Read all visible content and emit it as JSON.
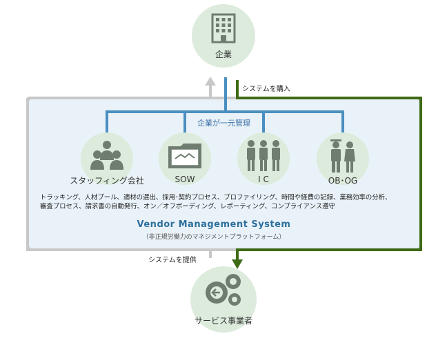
{
  "nodes": {
    "company": {
      "label": "企業",
      "icon": "building-icon"
    },
    "provider": {
      "label": "サービス事業者",
      "icon": "gears-icon"
    }
  },
  "arrows": {
    "purchase": "システムを購入",
    "provide": "システムを提供"
  },
  "vms": {
    "management_label": "企業が一元管理",
    "categories": [
      {
        "label": "スタッフィング会社",
        "icon": "staff-group-icon"
      },
      {
        "label": "SOW",
        "icon": "sow-folder-icon"
      },
      {
        "label": "I C",
        "icon": "contractors-icon"
      },
      {
        "label": "OB･OG",
        "icon": "alumni-icon"
      }
    ],
    "description_line1": "トラッキング、人材プール、適材の選出、採用･契約プロセス、プロファイリング、時間や経費の記録、業務効率の分析、",
    "description_line2": "審査プロセス、請求書の自動発行、オン／オフボーディング、レポーティング、コンプライアンス遵守",
    "title": "Vendor Management System",
    "subtitle": "（非正規労働力のマネジメントプラットフォーム）"
  },
  "colors": {
    "panel_fill": "#e9f2f8",
    "panel_border": "#c9c9c9",
    "blue_line": "#4a8fc0",
    "green_arrow": "#3d6b15",
    "gray_arrow": "#c8c8c8",
    "circle_fill": "#dcebdc",
    "icon_gray": "#6f7d70"
  }
}
